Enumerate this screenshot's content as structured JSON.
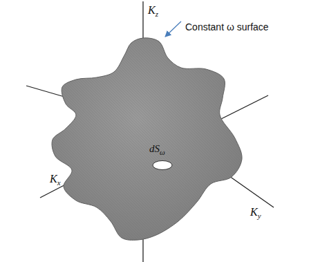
{
  "diagram": {
    "labels": [
      "Kz",
      "Kx",
      "Ky",
      "dSω",
      "Constant ω surface"
    ]
  }
}
